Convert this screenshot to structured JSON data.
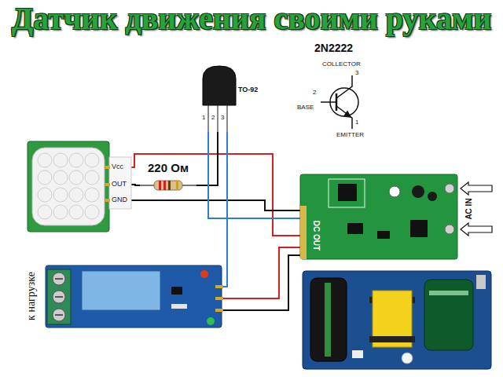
{
  "diagram": {
    "title": "Датчик движения своими руками",
    "nodes": [
      {
        "text": [
          "Vcc",
          "OUT",
          "GND"
        ]
      },
      {
        "text": [
          "220 Ом"
        ]
      },
      {
        "text": [
          "TO-92"
        ]
      },
      {
        "text": [
          "DC OUT",
          "AC IN"
        ]
      },
      {
        "text": [
          "к нагрузке"
        ]
      }
    ],
    "edges": [
      {
        "from": 0,
        "to": 3,
        "arrow": "none"
      },
      {
        "from": 0,
        "to": 1,
        "arrow": "none"
      },
      {
        "from": 0,
        "to": 3,
        "arrow": "none"
      },
      {
        "from": 1,
        "to": 2,
        "arrow": "none"
      },
      {
        "from": 2,
        "to": 3,
        "arrow": "none"
      },
      {
        "from": 2,
        "to": 4,
        "arrow": "none"
      },
      {
        "from": 4,
        "to": 3,
        "arrow": "none"
      },
      {
        "from": 4,
        "to": 3,
        "arrow": "none"
      }
    ],
    "labels": [
      "2N2222",
      "COLLECTOR",
      "3",
      "2",
      "BASE",
      "1",
      "EMITTER",
      "1",
      "2",
      "3"
    ]
  }
}
